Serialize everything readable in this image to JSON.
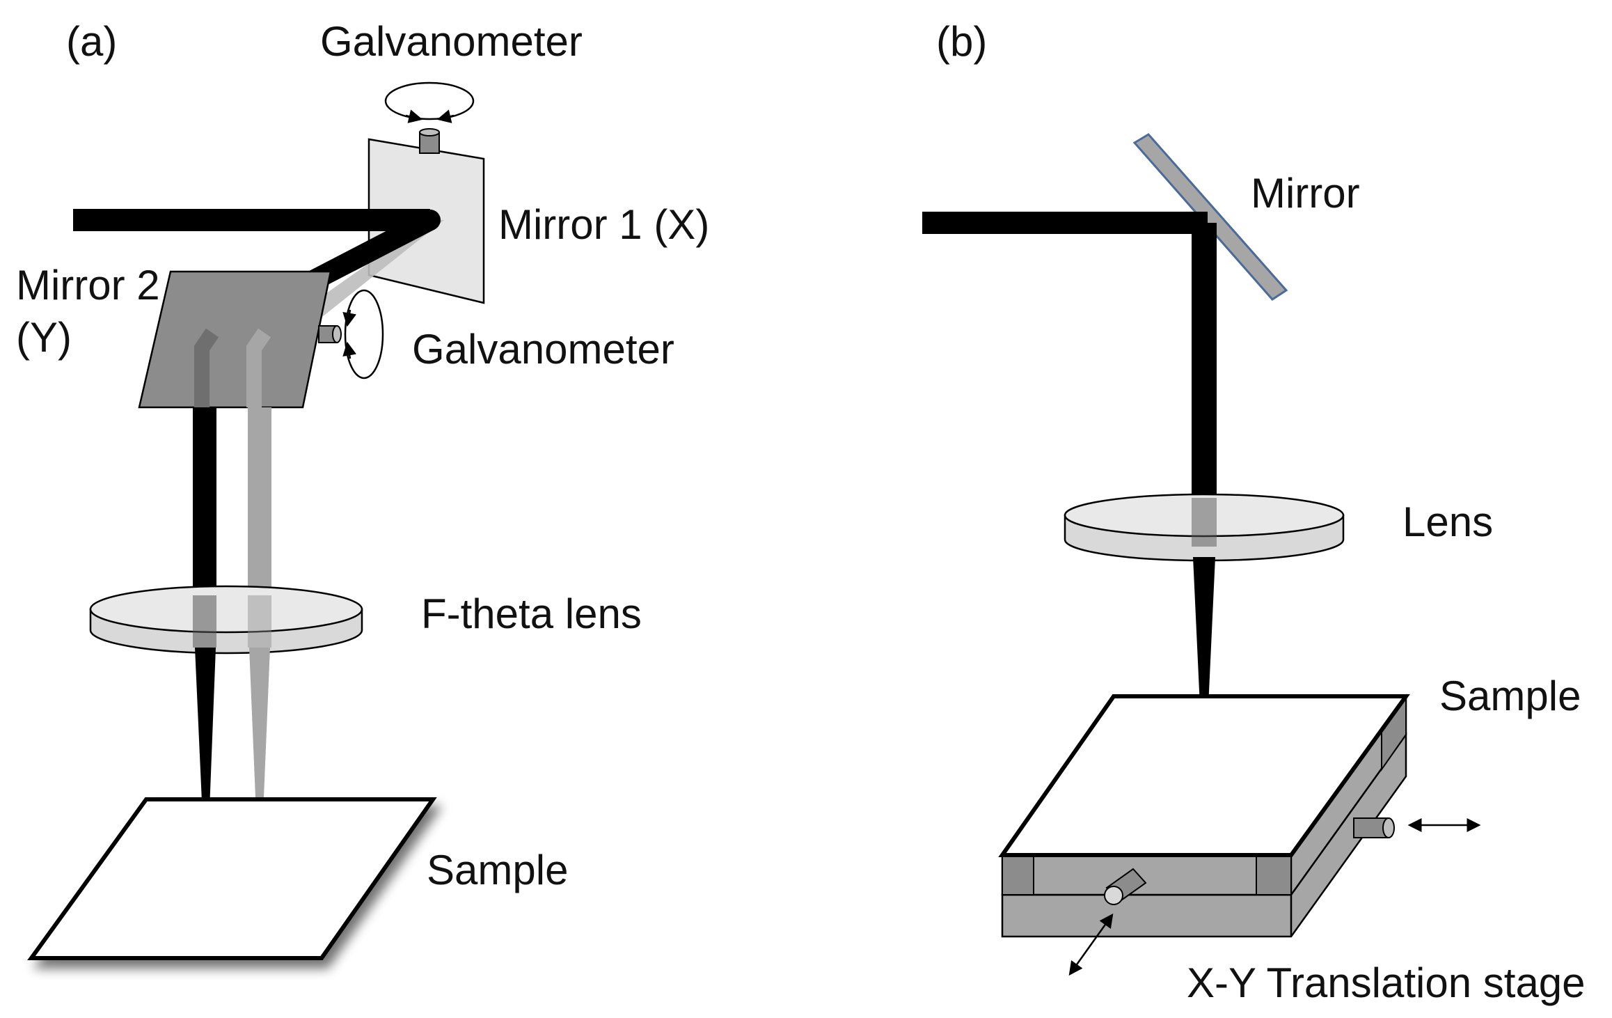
{
  "panel_a": {
    "tag": "(a)",
    "galvanometer_top": "Galvanometer",
    "mirror1": "Mirror 1 (X)",
    "mirror2_line1": "Mirror 2",
    "mirror2_line2": "(Y)",
    "galvanometer_side": "Galvanometer",
    "lens": "F-theta lens",
    "sample": "Sample"
  },
  "panel_b": {
    "tag": "(b)",
    "mirror": "Mirror",
    "lens": "Lens",
    "sample": "Sample",
    "stage": "X-Y Translation stage"
  },
  "colors": {
    "beam_primary": "#000000",
    "beam_secondary": "#a6a6a6",
    "mirror_light": "#e6e6e6",
    "mirror_dark": "#8c8c8c",
    "lens": "#d9d9d9",
    "stage": "#a6a6a6",
    "mirror_b_edge": "#4a6a9a"
  }
}
